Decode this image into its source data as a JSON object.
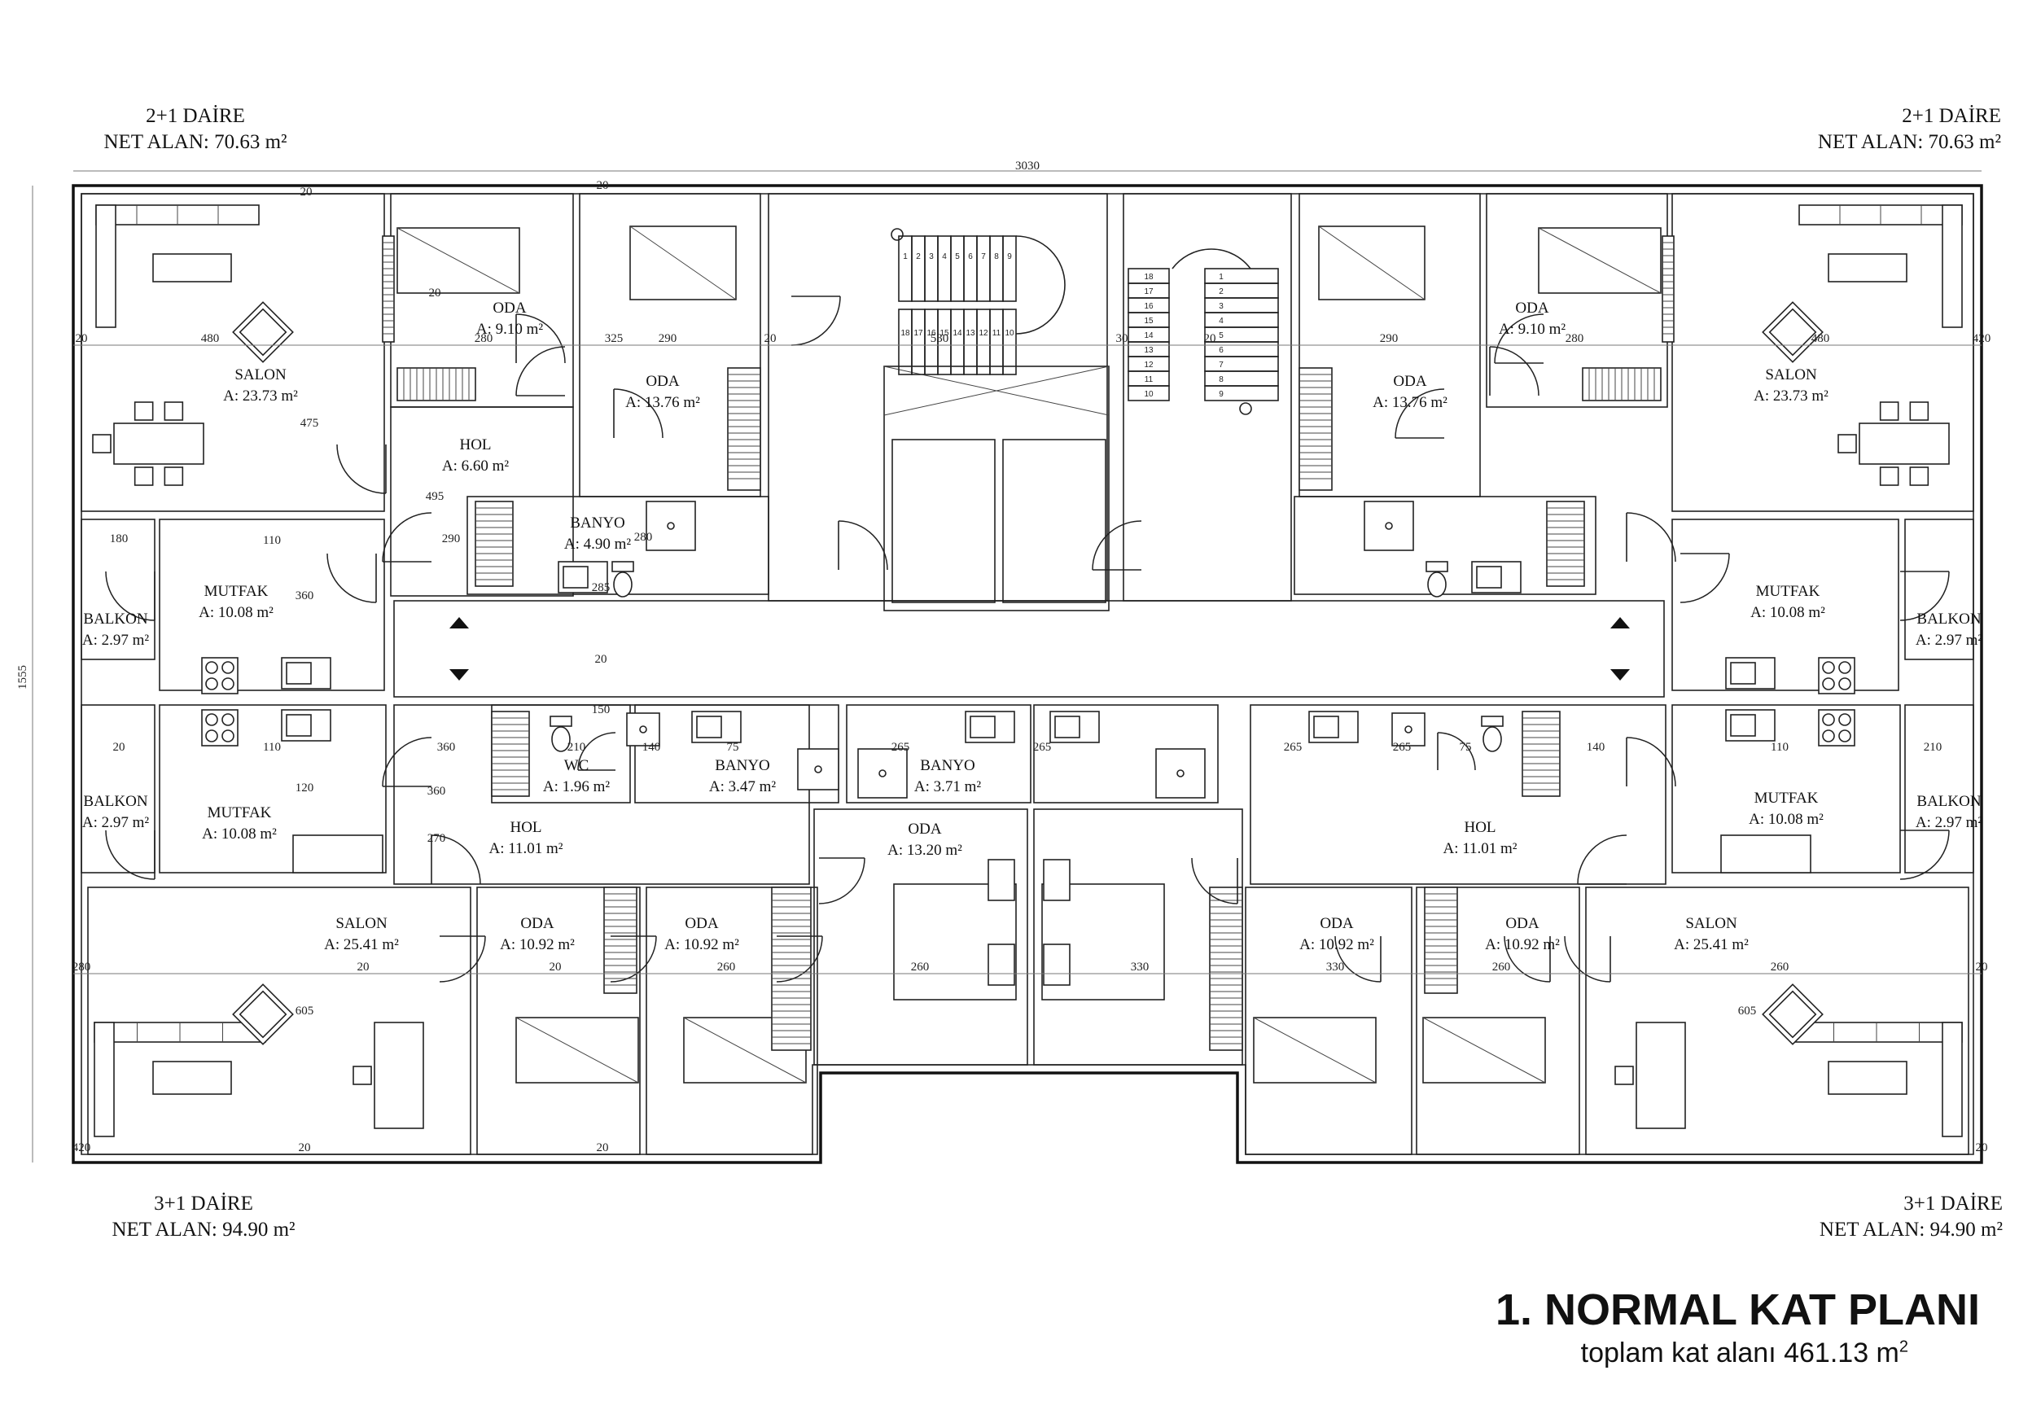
{
  "units": {
    "top_left": {
      "type": "2+1 DAİRE",
      "area": "NET ALAN: 70.63 m²"
    },
    "top_right": {
      "type": "2+1 DAİRE",
      "area": "NET ALAN: 70.63 m²"
    },
    "bottom_left": {
      "type": "3+1 DAİRE",
      "area": "NET ALAN: 94.90 m²"
    },
    "bottom_right": {
      "type": "3+1 DAİRE",
      "area": "NET ALAN: 94.90 m²"
    }
  },
  "title": {
    "main": "1. NORMAL KAT PLANI",
    "sub_text": "toplam kat alanı 461.13 m",
    "sub_sup": "2"
  },
  "rooms": [
    {
      "id": "tl-salon",
      "name": "SALON",
      "area": "A: 23.73 m²"
    },
    {
      "id": "tl-oda-small",
      "name": "ODA",
      "area": "A: 9.10 m²"
    },
    {
      "id": "tl-oda-large",
      "name": "ODA",
      "area": "A: 13.76 m²"
    },
    {
      "id": "tl-hol",
      "name": "HOL",
      "area": "A: 6.60 m²"
    },
    {
      "id": "tl-banyo",
      "name": "BANYO",
      "area": "A: 4.90 m²"
    },
    {
      "id": "tl-mutfak",
      "name": "MUTFAK",
      "area": "A: 10.08 m²"
    },
    {
      "id": "tl-balkon",
      "name": "BALKON",
      "area": "A: 2.97 m²"
    },
    {
      "id": "tr-oda-small",
      "name": "ODA",
      "area": "A: 9.10 m²"
    },
    {
      "id": "tr-oda-large",
      "name": "ODA",
      "area": "A: 13.76 m²"
    },
    {
      "id": "tr-salon",
      "name": "SALON",
      "area": "A: 23.73 m²"
    },
    {
      "id": "tr-mutfak",
      "name": "MUTFAK",
      "area": "A: 10.08 m²"
    },
    {
      "id": "tr-balkon",
      "name": "BALKON",
      "area": "A: 2.97 m²"
    },
    {
      "id": "bl-balkon",
      "name": "BALKON",
      "area": "A: 2.97 m²"
    },
    {
      "id": "bl-mutfak",
      "name": "MUTFAK",
      "area": "A: 10.08 m²"
    },
    {
      "id": "bl-wc",
      "name": "WC",
      "area": "A: 1.96 m²"
    },
    {
      "id": "bl-banyo",
      "name": "BANYO",
      "area": "A: 3.47 m²"
    },
    {
      "id": "bl-banyo-2",
      "name": "BANYO",
      "area": "A: 3.71 m²"
    },
    {
      "id": "bl-hol",
      "name": "HOL",
      "area": "A: 11.01 m²"
    },
    {
      "id": "bl-oda-center",
      "name": "ODA",
      "area": "A: 13.20 m²"
    },
    {
      "id": "bl-salon",
      "name": "SALON",
      "area": "A: 25.41 m²"
    },
    {
      "id": "bl-oda-1",
      "name": "ODA",
      "area": "A: 10.92 m²"
    },
    {
      "id": "bl-oda-2",
      "name": "ODA",
      "area": "A: 10.92 m²"
    },
    {
      "id": "br-hol",
      "name": "HOL",
      "area": "A: 11.01 m²"
    },
    {
      "id": "br-oda-1",
      "name": "ODA",
      "area": "A: 10.92 m²"
    },
    {
      "id": "br-oda-2",
      "name": "ODA",
      "area": "A: 10.92 m²"
    },
    {
      "id": "br-salon",
      "name": "SALON",
      "area": "A: 25.41 m²"
    },
    {
      "id": "br-mutfak",
      "name": "MUTFAK",
      "area": "A: 10.08 m²"
    },
    {
      "id": "br-balkon",
      "name": "BALKON",
      "area": "A: 2.97 m²"
    }
  ],
  "dimensions": {
    "overall_width": "3030",
    "overall_height": "1555",
    "labels": [
      "20",
      "480",
      "20",
      "280",
      "290",
      "20",
      "530",
      "30",
      "20",
      "290",
      "280",
      "480",
      "20",
      "325",
      "475",
      "495",
      "290",
      "180",
      "110",
      "360",
      "280",
      "285",
      "20",
      "150",
      "20",
      "110",
      "360",
      "210",
      "140",
      "75",
      "265",
      "265",
      "265",
      "265",
      "75",
      "140",
      "210",
      "110",
      "360",
      "270",
      "120",
      "280",
      "20",
      "605",
      "420",
      "20",
      "260",
      "260",
      "330",
      "330",
      "260",
      "260",
      "605",
      "420",
      "20",
      "20",
      "20",
      "20",
      "20"
    ]
  },
  "stairs": {
    "left_numbers": [
      "1",
      "2",
      "3",
      "4",
      "5",
      "6",
      "7",
      "8",
      "9",
      "18",
      "17",
      "16",
      "15",
      "14",
      "13",
      "12",
      "11",
      "10"
    ],
    "right_numbers": [
      "1",
      "2",
      "3",
      "4",
      "5",
      "6",
      "7",
      "8",
      "9",
      "10",
      "11",
      "12",
      "13",
      "14",
      "15",
      "16",
      "17",
      "18"
    ]
  }
}
